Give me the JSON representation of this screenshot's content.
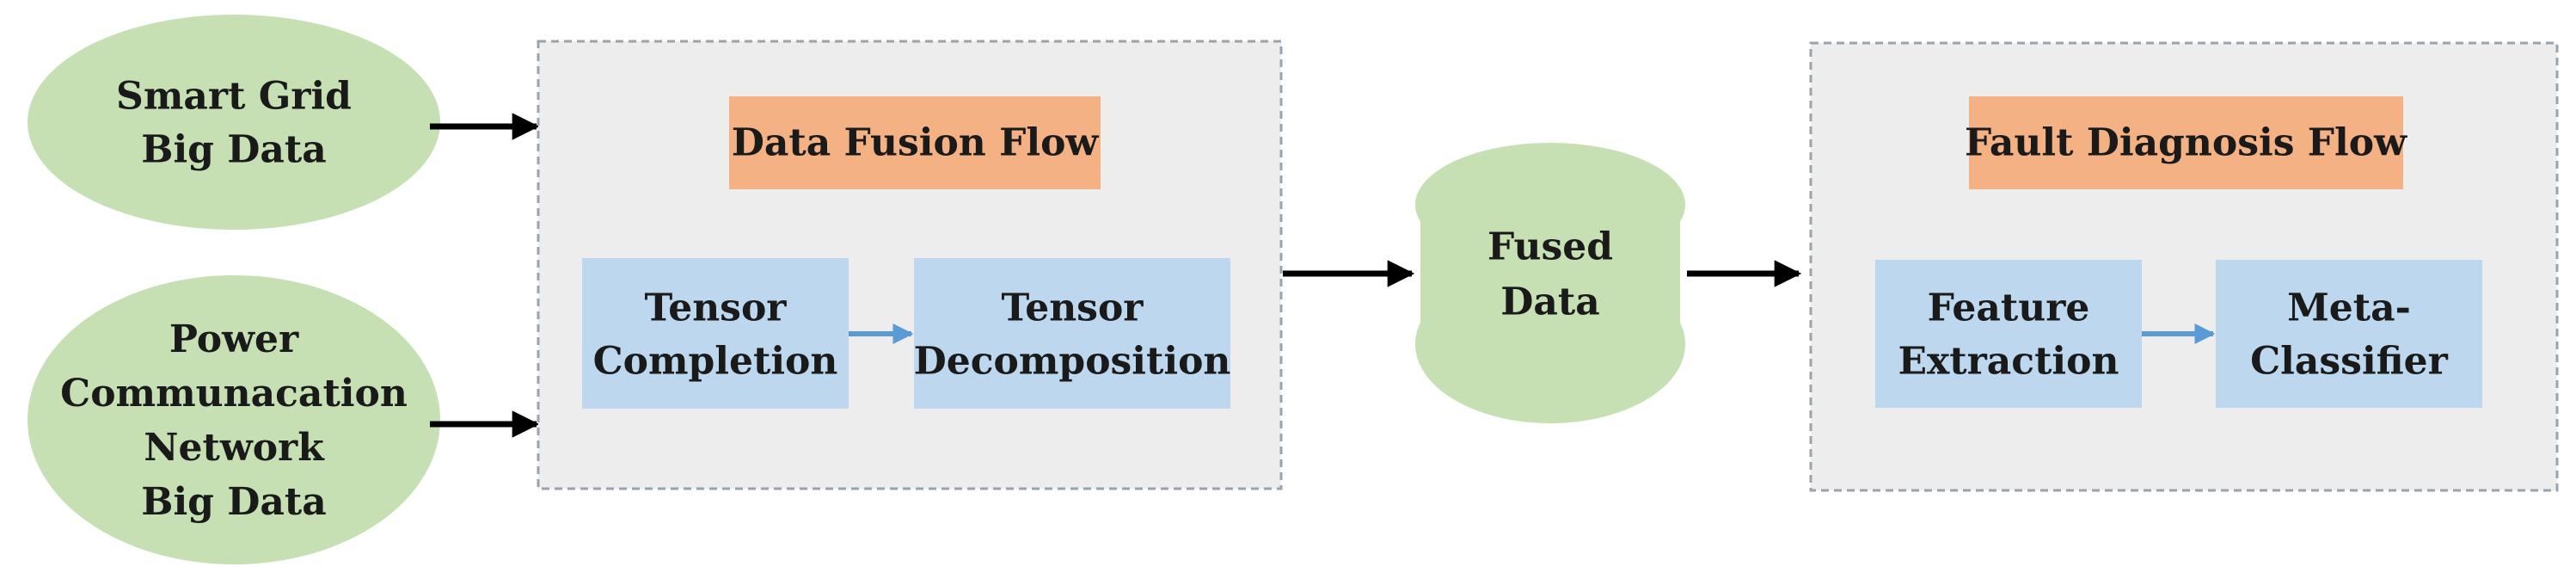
{
  "inputs": [
    {
      "lines": [
        "Smart Grid",
        "Big Data"
      ]
    },
    {
      "lines": [
        "Power",
        "Communacation",
        "Network",
        "Big Data"
      ]
    }
  ],
  "data_fusion": {
    "title": "Data Fusion Flow",
    "steps": [
      {
        "lines": [
          "Tensor",
          "Completion"
        ]
      },
      {
        "lines": [
          "Tensor",
          "Decomposition"
        ]
      }
    ]
  },
  "fused": {
    "lines": [
      "Fused",
      "Data"
    ]
  },
  "fault_diagnosis": {
    "title": "Fault Diagnosis Flow",
    "steps": [
      {
        "lines": [
          "Feature",
          "Extraction"
        ]
      },
      {
        "lines": [
          "Meta-",
          "Classifier"
        ]
      }
    ]
  },
  "colors": {
    "input_fill": "#c6e0b4",
    "fused_fill": "#c6e0b4",
    "panel_fill": "#ededed",
    "panel_border": "#9aa3ad",
    "title_fill": "#f4b183",
    "step_fill": "#bdd7ee",
    "step_arrow": "#5b9bd5",
    "flow_arrow": "#000000"
  }
}
